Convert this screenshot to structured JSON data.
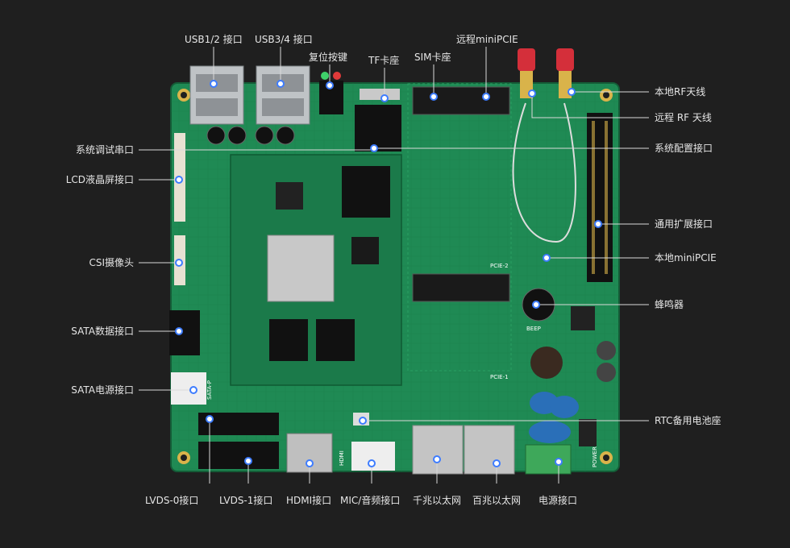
{
  "colors": {
    "background": "#1f1f1f",
    "pcb": "#1f8a54",
    "pcb_dark": "#166a40",
    "label_text": "#e6e6e6",
    "leader_line": "#d9d9d9",
    "marker_ring": "#3d7cff"
  },
  "board": {
    "name": "embedded development board (top view)"
  },
  "labels": {
    "usb12": "USB1/2 接口",
    "usb34": "USB3/4 接口",
    "reset": "复位按键",
    "tf": "TF卡座",
    "sim": "SIM卡座",
    "remote_minipcie": "远程miniPCIE",
    "local_rf": "本地RF天线",
    "remote_rf": "远程 RF 天线",
    "sys_config": "系统配置接口",
    "gpio_ext": "通用扩展接口",
    "local_minipcie": "本地miniPCIE",
    "buzzer": "蜂鸣器",
    "rtc": "RTC备用电池座",
    "sys_debug": "系统调试串口",
    "lcd": "LCD液晶屏接口",
    "csi": "CSI摄像头",
    "sata_data": "SATA数据接口",
    "sata_power": "SATA电源接口",
    "lvds0": "LVDS-0接口",
    "lvds1": "LVDS-1接口",
    "hdmi": "HDMI接口",
    "mic_audio": "MIC/音频接口",
    "gigabit_eth": "千兆以太网",
    "fast_eth": "百兆以太网",
    "power": "电源接口"
  },
  "silkscreen": {
    "beep": "BEEP",
    "pcie1": "PCIE-1",
    "pcie2": "PCIE-2",
    "sata_p": "SATA-P",
    "hdmi": "HDMI",
    "power": "POWER"
  }
}
